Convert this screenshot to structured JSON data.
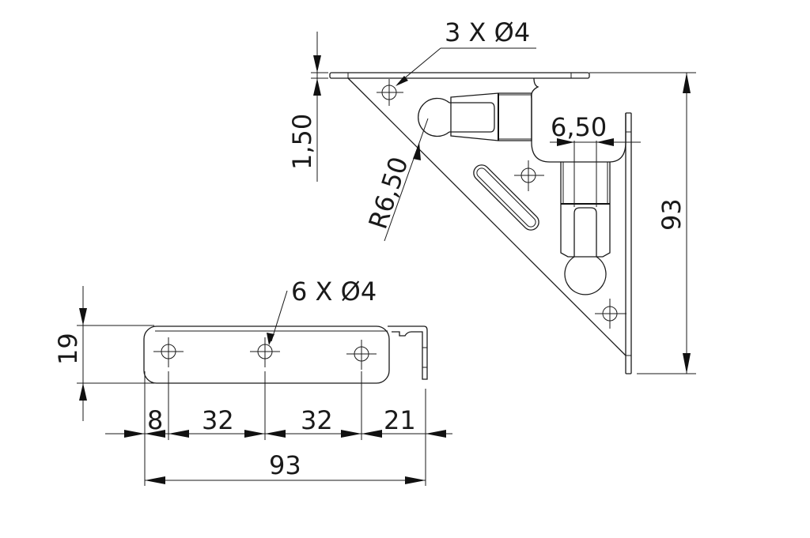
{
  "drawing": {
    "type": "technical-drawing",
    "subject": "folding shelf bracket",
    "colors": {
      "line": "#1a1a1a",
      "background": "#ffffff"
    },
    "top_view": {
      "callout_holes": "3 X Ø4",
      "thickness_dim": "1,50",
      "radius_dim": "R6,50",
      "slot_width_dim": "6,50",
      "height_dim": "93"
    },
    "side_view": {
      "callout_holes": "6 X Ø4",
      "height_dim": "19",
      "spacing_dims": [
        "8",
        "32",
        "32",
        "21"
      ],
      "overall_length_dim": "93"
    }
  }
}
